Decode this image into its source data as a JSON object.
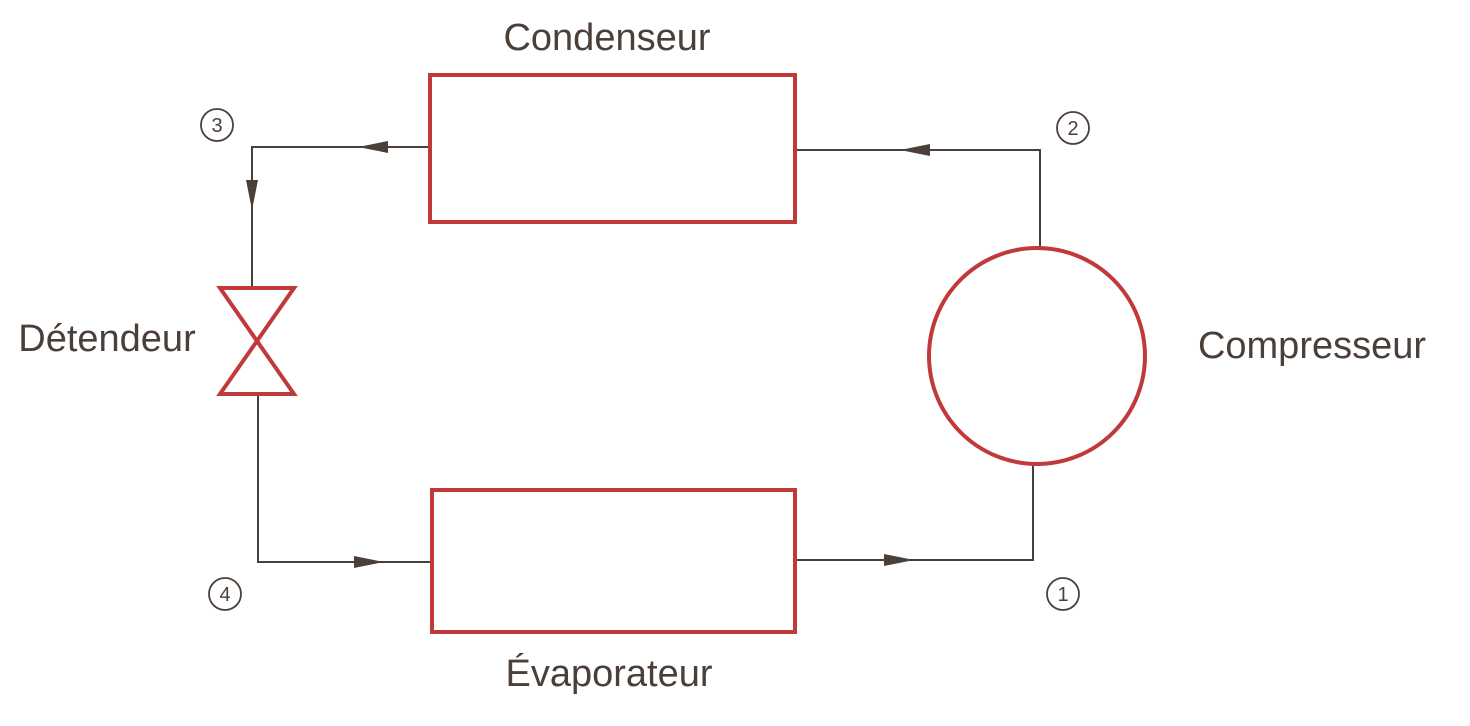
{
  "components": {
    "condenser": "Condenseur",
    "evaporator": "Évaporateur",
    "compressor": "Compresseur",
    "expansion_valve": "Détendeur"
  },
  "states": [
    "1",
    "2",
    "3",
    "4"
  ],
  "colors": {
    "component_stroke": "#c0393b",
    "pipe": "#4a3f39",
    "text": "#4a3f39"
  }
}
